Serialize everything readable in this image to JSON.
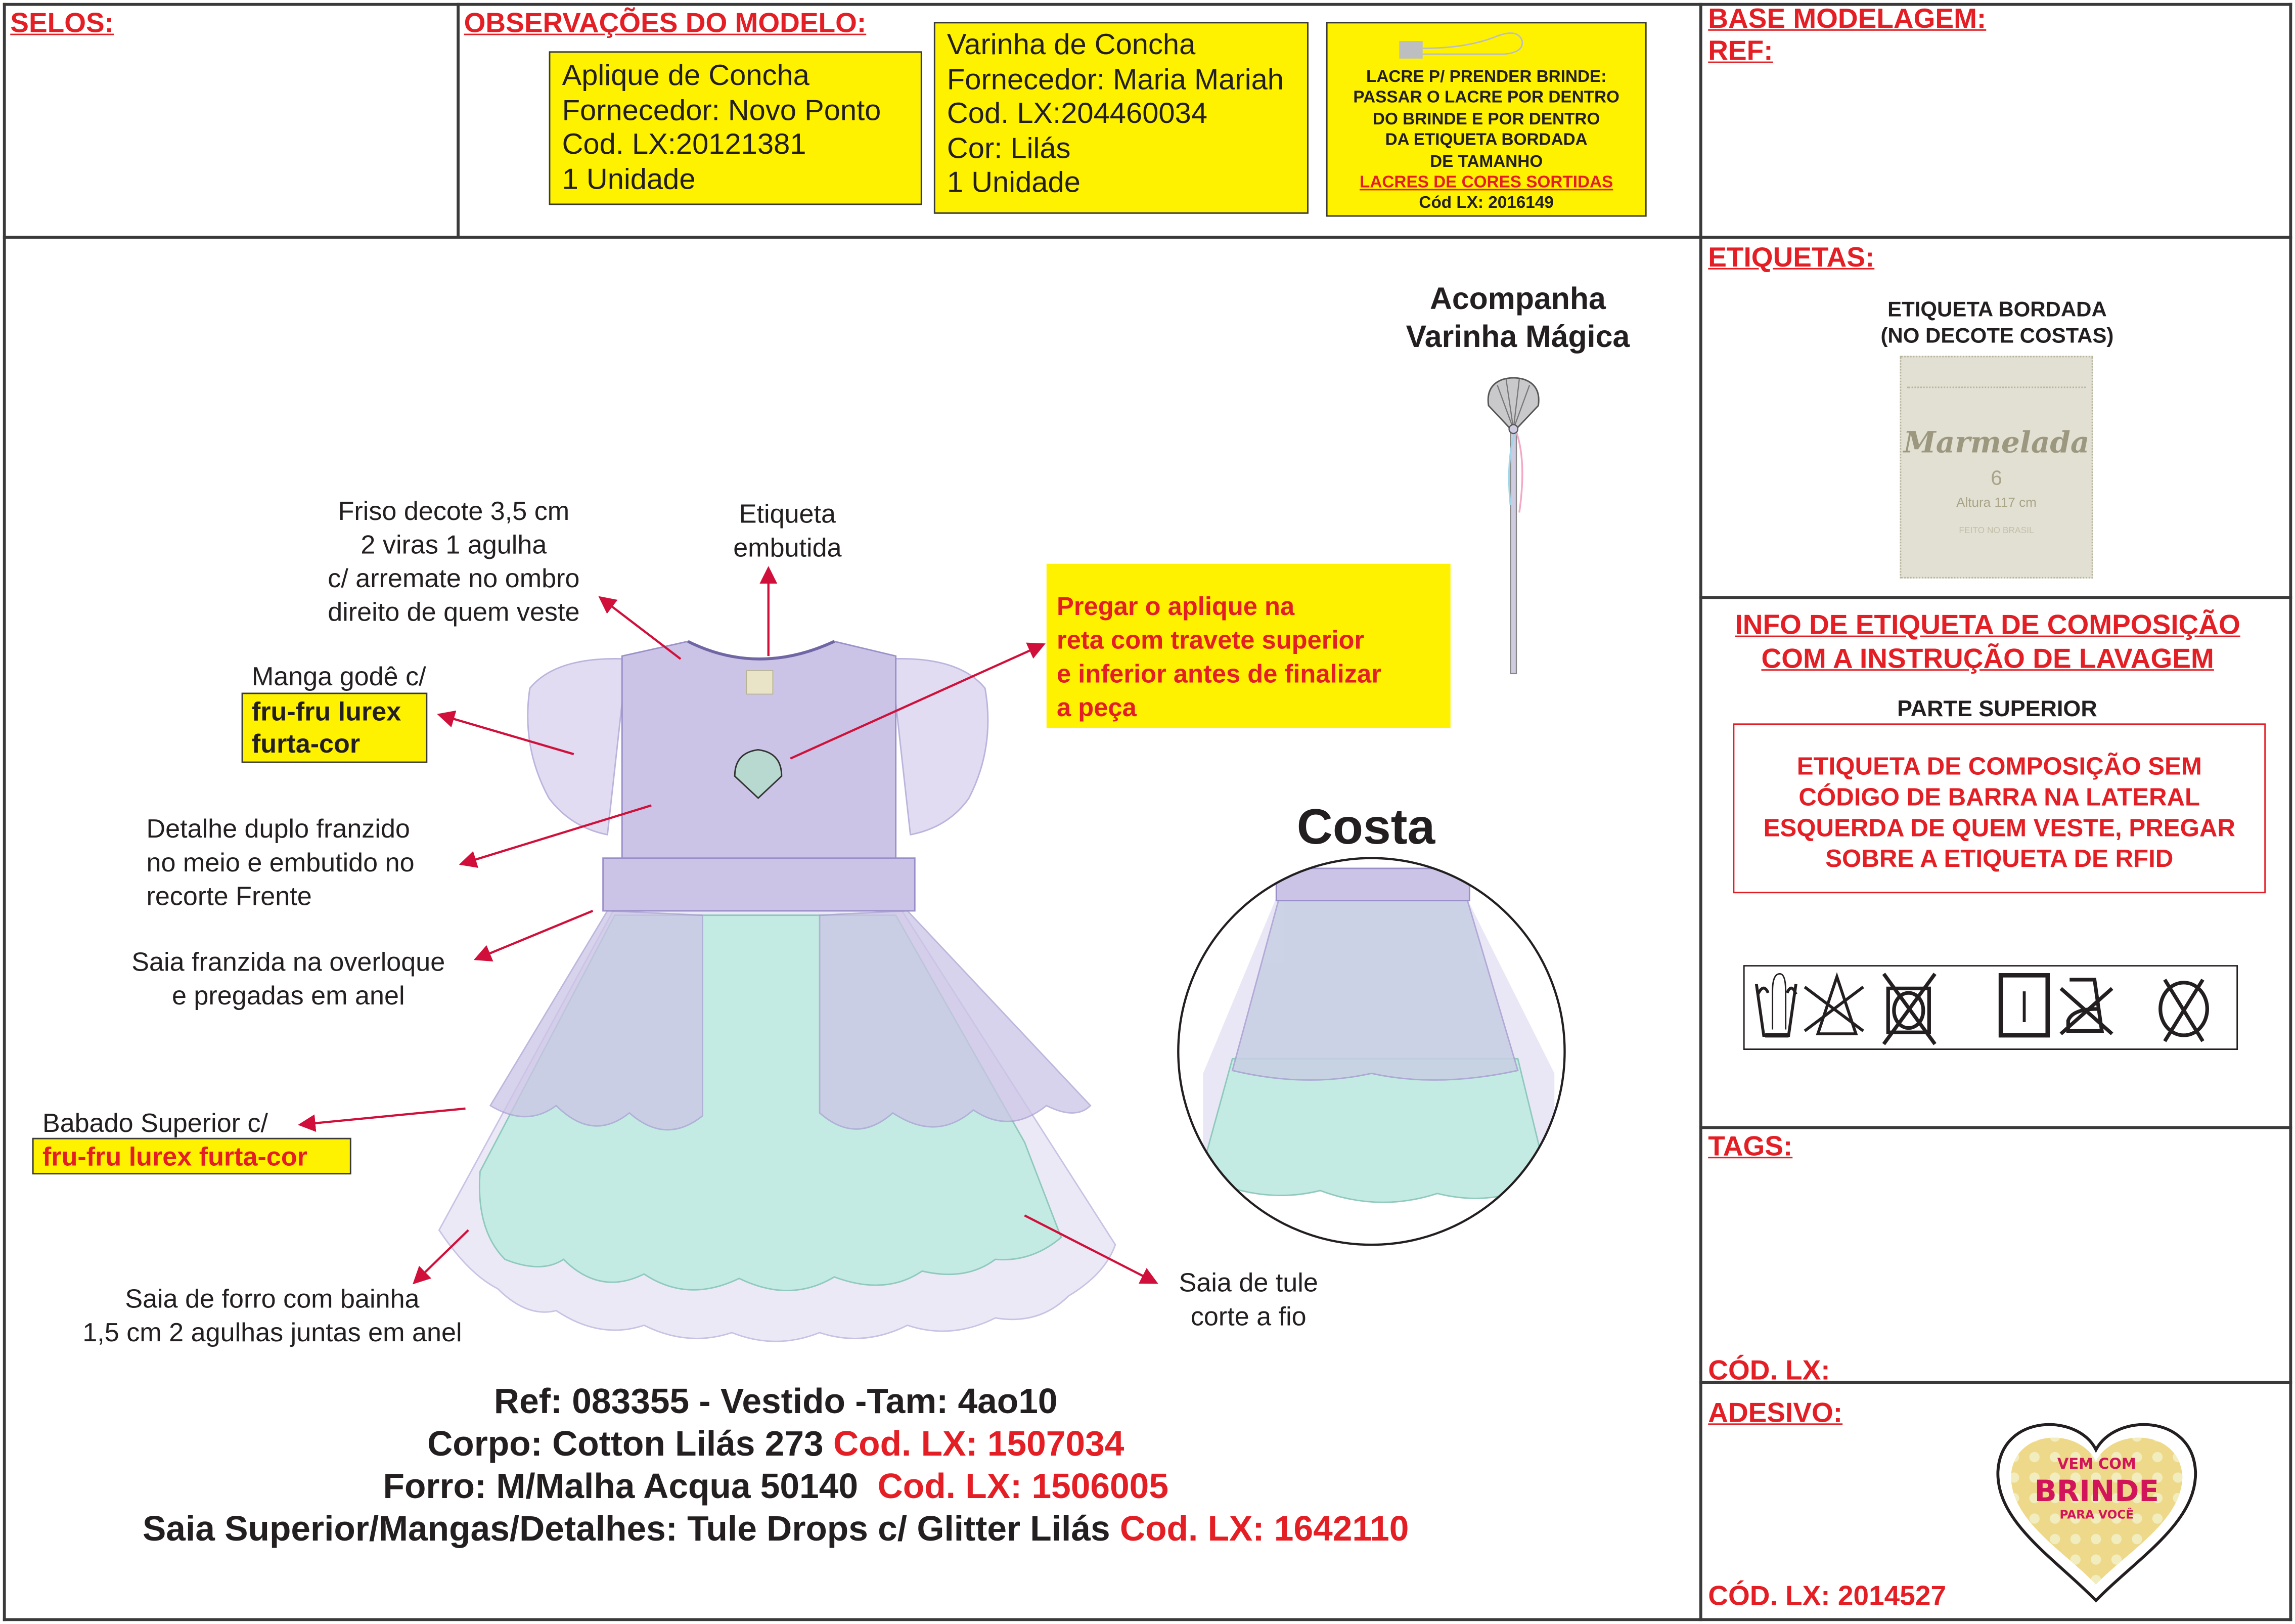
{
  "header": {
    "selos_label": "SELOS:",
    "observacoes_label": "OBSERVAÇÕES DO MODELO:",
    "base_modelagem_label": "BASE MODELAGEM:",
    "ref_label": "REF:"
  },
  "notes": [
    {
      "lines": [
        "Aplique de Concha",
        "Fornecedor: Novo Ponto",
        "Cod. LX:20121381",
        "1 Unidade"
      ]
    },
    {
      "lines": [
        "Varinha de Concha",
        "Fornecedor: Maria Mariah",
        "Cod. LX:204460034",
        "Cor: Lilás",
        "1 Unidade"
      ]
    },
    {
      "lines": [
        "LACRE P/ PRENDER BRINDE:",
        "PASSAR O LACRE POR DENTRO",
        "DO BRINDE E POR DENTRO",
        "DA ETIQUETA BORDADA",
        "DE TAMANHO"
      ],
      "highlight": "LACRES DE CORES SORTIDAS",
      "code": "Cód LX: 2016149"
    }
  ],
  "right_panel": {
    "etiquetas_label": "ETIQUETAS:",
    "etiqueta_bordada": [
      "ETIQUETA BORDADA",
      "(NO DECOTE COSTAS)"
    ],
    "label_brand": "Marmelada",
    "label_size": "6",
    "label_height": "Altura 117 cm",
    "label_made_in": "FEITO NO BRASIL",
    "info_title": [
      "INFO DE ETIQUETA DE COMPOSIÇÃO",
      "COM A INSTRUÇÃO DE LAVAGEM"
    ],
    "parte_superior": "PARTE SUPERIOR",
    "composition_note": [
      "ETIQUETA DE COMPOSIÇÃO SEM",
      "CÓDIGO DE BARRA NA LATERAL",
      "ESQUERDA DE QUEM VESTE, PREGAR",
      "SOBRE A ETIQUETA DE RFID"
    ],
    "wash_symbols": [
      "hand-wash-icon",
      "no-bleach-icon",
      "no-tumble-dry-icon",
      "line-dry-icon",
      "no-iron-icon",
      "no-dry-clean-icon"
    ],
    "tags_label": "TAGS:",
    "tags_code_label": "CÓD. LX:",
    "adesivo_label": "ADESIVO:",
    "sticker": [
      "VEM COM",
      "BRINDE",
      "PARA VOCÊ"
    ],
    "adesivo_code_label": "CÓD. LX:",
    "adesivo_code": "2014527"
  },
  "main": {
    "wand_caption": [
      "Acompanha",
      "Varinha Mágica"
    ],
    "applique_note": [
      "Pregar o aplique na",
      "reta com travete superior",
      "e inferior antes de finalizar",
      "a peça"
    ],
    "costa_label": "Costa",
    "annotations": {
      "friso": [
        "Friso decote 3,5 cm",
        "2 viras 1 agulha",
        "c/ arremate no ombro",
        "direito de quem veste"
      ],
      "etiqueta": [
        "Etiqueta",
        "embutida"
      ],
      "manga": "Manga godê c/",
      "manga_highlight": [
        "fru-fru lurex",
        "furta-cor"
      ],
      "detalhe": [
        "Detalhe duplo franzido",
        "no meio e embutido no",
        "recorte Frente"
      ],
      "saia_franzida": [
        "Saia franzida na overloque",
        "e pregadas em anel"
      ],
      "babado": "Babado Superior c/",
      "babado_highlight": "fru-fru lurex furta-cor",
      "saia_forro": [
        "Saia de forro com bainha",
        "1,5 cm 2 agulhas juntas em anel"
      ],
      "saia_tule": [
        "Saia de tule",
        "corte a fio"
      ]
    },
    "specs": [
      {
        "text": "Ref: 083355 - Vestido -Tam: 4ao10",
        "code": ""
      },
      {
        "text": "Corpo: Cotton Lilás 273 ",
        "code": "Cod. LX: 1507034"
      },
      {
        "text": "Forro: M/Malha Acqua 50140  ",
        "code": "Cod. LX: 1506005"
      },
      {
        "text": "Saia Superior/Mangas/Detalhes: Tule Drops c/ Glitter Lilás ",
        "code": "Cod. LX: 1642110"
      }
    ]
  },
  "colors": {
    "red": "#e31e24",
    "yellow": "#fff200",
    "lilac": "#cbc4e6",
    "aqua": "#bfe8e0"
  }
}
